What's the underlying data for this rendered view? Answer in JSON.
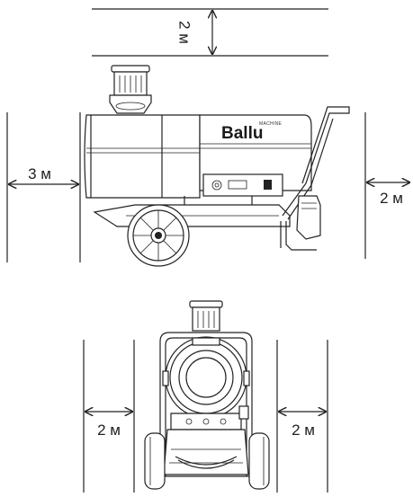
{
  "top_clearance_label": "2 м",
  "left_clearance_label": "3 м",
  "right_clearance_label": "2 м",
  "front_left_clearance_label": "2 м",
  "front_right_clearance_label": "2 м",
  "brand_name": "Ballu",
  "brand_sub": "MACHINE"
}
